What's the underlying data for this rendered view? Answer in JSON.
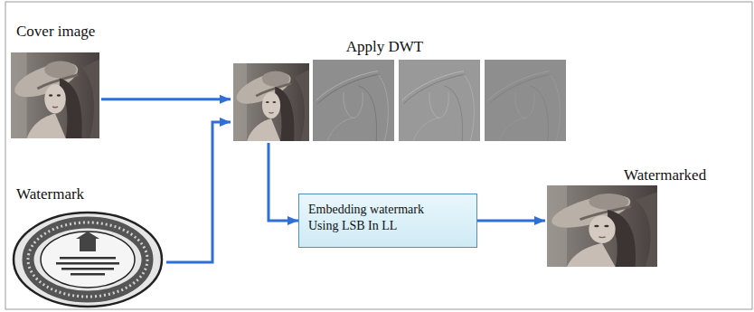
{
  "diagram": {
    "nodes": [
      {
        "text": [
          "Cover image"
        ]
      },
      {
        "text": [
          "Watermark"
        ]
      },
      {
        "text": [
          "Apply DWT"
        ]
      },
      {
        "text": [
          "Embedding watermark Using LSB In LL"
        ]
      },
      {
        "text": [
          "Watermarked"
        ]
      }
    ],
    "edges": [
      {
        "from": 0,
        "to": 2,
        "arrow": "to"
      },
      {
        "from": 1,
        "to": 2,
        "arrow": "to"
      },
      {
        "from": 2,
        "to": 3,
        "arrow": "to"
      },
      {
        "from": 3,
        "to": 4,
        "arrow": "to"
      }
    ]
  }
}
